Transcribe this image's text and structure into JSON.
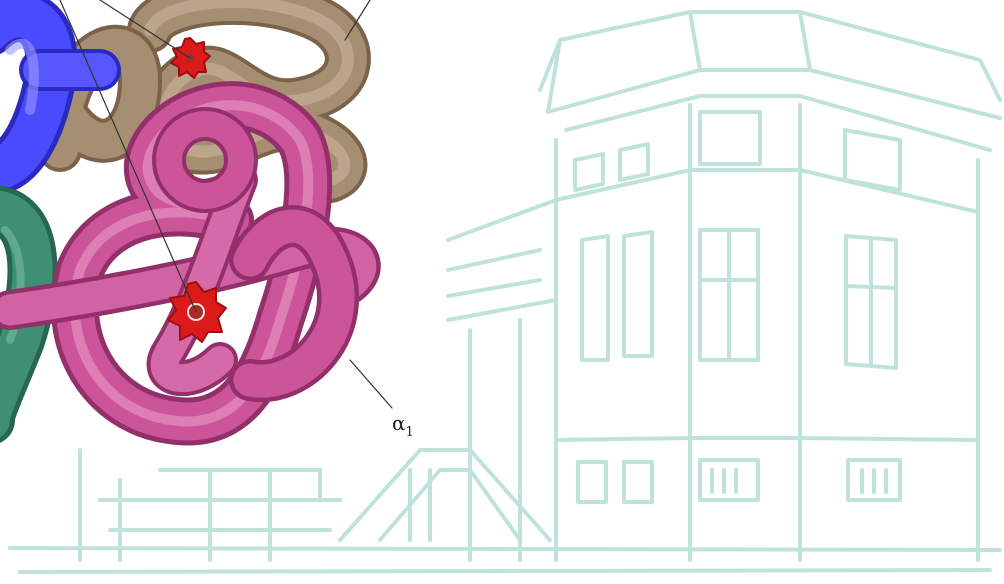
{
  "figure": {
    "annotations": [
      {
        "id": "alpha-1",
        "text": "α",
        "subscript": "1"
      }
    ]
  },
  "colors": {
    "alpha_chain": "#cc5499",
    "beta_chain": "#a08a6e",
    "blue_chain": "#3a3aee",
    "green_chain": "#3f8f74",
    "heme": "#dd1a1a",
    "sketch": "#bfe3da"
  },
  "icons": [
    "heme-group-icon"
  ]
}
